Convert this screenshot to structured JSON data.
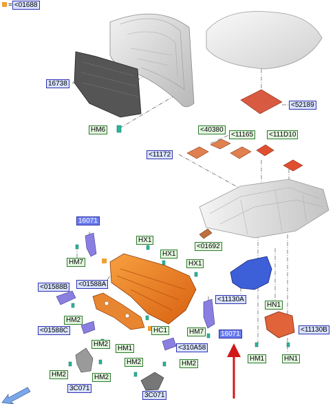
{
  "legend": {
    "marker_text": "=",
    "code": "<01688"
  },
  "labels": {
    "l16738": "16738",
    "hm6": "HM6",
    "l52189": "<52189",
    "l40380": "<40380",
    "l11165": "<11165",
    "l111d10": "<111D10",
    "l11172": "<11172",
    "l16071_top": "16071",
    "l01692": "<01692",
    "hx1_a": "HX1",
    "hx1_b": "HX1",
    "hx1_c": "HX1",
    "hm7_a": "HM7",
    "l01588b": "<01588B",
    "l01588a": "<01588A",
    "l11130a": "<11130A",
    "hn1_a": "HN1",
    "hm2_a": "HM2",
    "l01588c": "<01588C",
    "hc1": "HC1",
    "hm7_b": "HM7",
    "l16071_bot": "16071",
    "l11130b": "<11130B",
    "hm2_b": "HM2",
    "hm1_a": "HM1",
    "l310a58": "<310A58",
    "hm1_b": "HM1",
    "hn1_b": "HN1",
    "hm2_c": "HM2",
    "hm2_d": "HM2",
    "hm2_e": "HM2",
    "hm2_f": "HM2",
    "l3c071_a": "3C071",
    "l3c071_b": "3C071"
  },
  "colors": {
    "label_blue": "#d9e3ff",
    "label_green": "#e4f6e0",
    "selected_label": "#6b7cf0",
    "panel_orange": "#f07a1a",
    "bracket_red": "#e05a30",
    "part_blue": "#3d5fd8",
    "part_purple": "#8a7fe0",
    "arrow_red": "#d01818",
    "cursor_blue": "#7aa7e8"
  },
  "icons": [
    "down-arrow-icon",
    "corner-arrow-icon"
  ]
}
